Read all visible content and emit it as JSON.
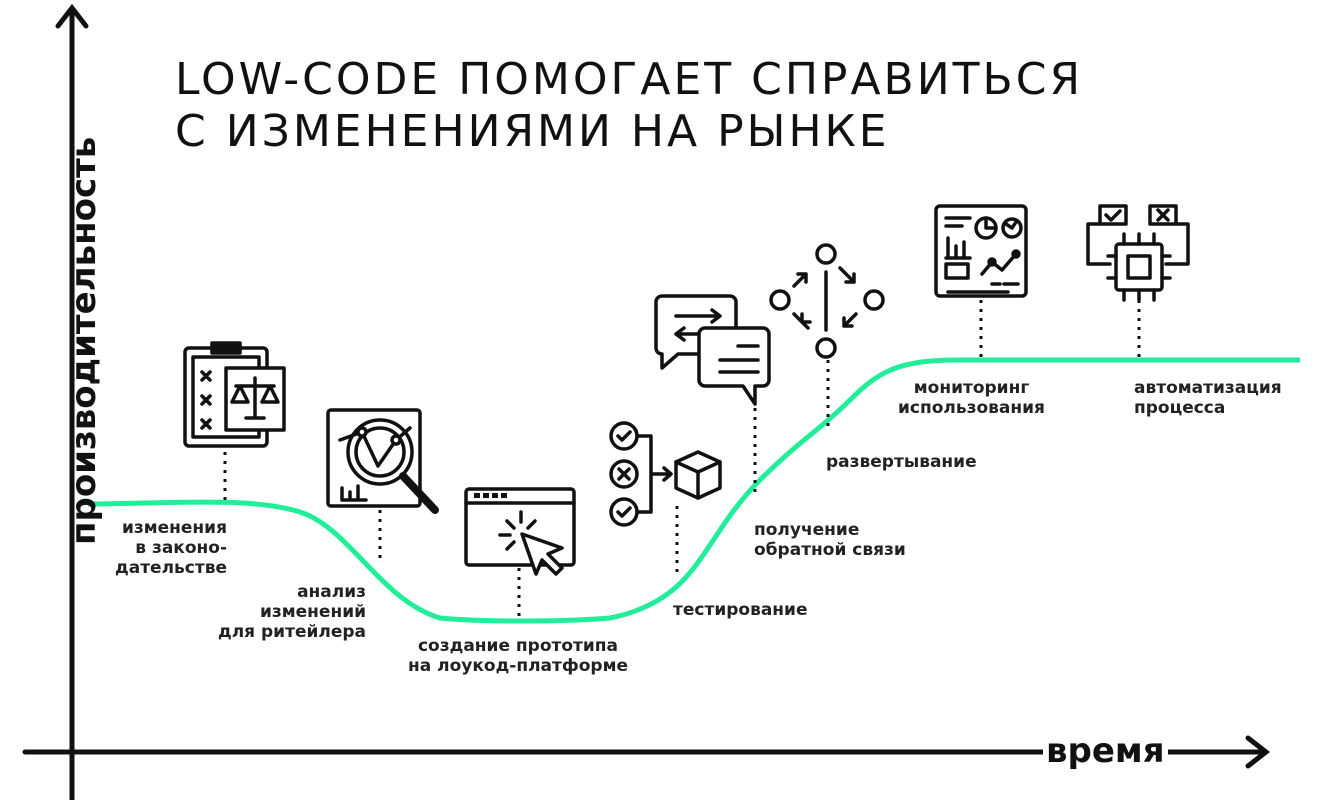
{
  "title": {
    "line1": "LOW-CODE ПОМОГАЕТ СПРАВИТЬСЯ",
    "line2": "С ИЗМЕНЕНИЯМИ НА РЫНКЕ"
  },
  "axes": {
    "y_label": "производительность",
    "x_label": "время"
  },
  "colors": {
    "curve": "#22ee99",
    "ink": "#111111"
  },
  "stages": [
    {
      "id": "legislation",
      "label": "изменения\nв законо-\nдательстве",
      "icon": "clipboard-scales-icon"
    },
    {
      "id": "analysis",
      "label": "анализ\nизменений\nдля ритейлера",
      "icon": "magnifier-chart-icon"
    },
    {
      "id": "prototype",
      "label": "создание прототипа\nна лоукод-платформе",
      "icon": "browser-click-icon"
    },
    {
      "id": "testing",
      "label": "тестирование",
      "icon": "checklist-box-icon"
    },
    {
      "id": "feedback",
      "label": "получение\nобратной связи",
      "icon": "chat-bubbles-icon"
    },
    {
      "id": "deployment",
      "label": "развертывание",
      "icon": "network-arrows-icon"
    },
    {
      "id": "monitoring",
      "label": "мониторинг\nиспользования",
      "icon": "dashboard-icon"
    },
    {
      "id": "automation",
      "label": "автоматизация\nпроцесса",
      "icon": "chip-checks-icon"
    }
  ]
}
